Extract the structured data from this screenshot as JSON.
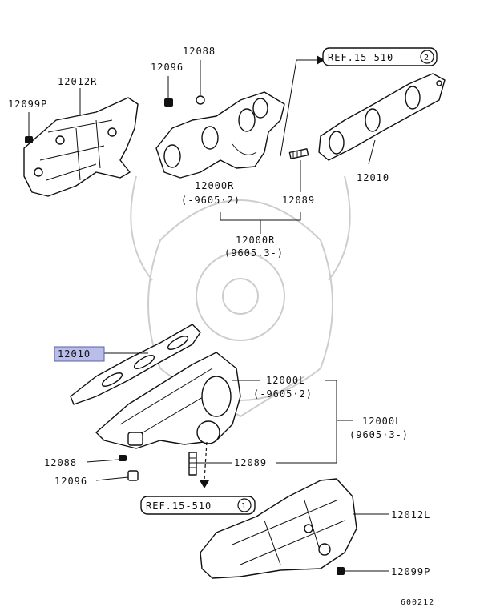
{
  "labels": {
    "p12088_top": "12088",
    "p12096_top": "12096",
    "p12012R": "12012R",
    "p12099P_top": "12099P",
    "ref_top": "REF.15-510",
    "ref_top_num": "2",
    "p12000R_a": "12000R",
    "p12000R_a_range": "(-9605·2)",
    "p12089_top": "12089",
    "p12010_top": "12010",
    "p12000R_b": "12000R",
    "p12000R_b_range": "(9605.3-)",
    "p12010_highlight": "12010",
    "p12000L_a": "12000L",
    "p12000L_a_range": "(-9605·2)",
    "p12000L_b": "12000L",
    "p12000L_b_range": "(9605·3-)",
    "p12088_bottom": "12088",
    "p12089_bottom": "12089",
    "p12096_bottom": "12096",
    "ref_bottom": "REF.15-510",
    "ref_bottom_num": "1",
    "p12012L": "12012L",
    "p12099P_bottom": "12099P",
    "figure_code": "600212"
  },
  "colors": {
    "highlight": "#b9bde8",
    "line": "#111111",
    "watermark": "#c8c8c8"
  }
}
